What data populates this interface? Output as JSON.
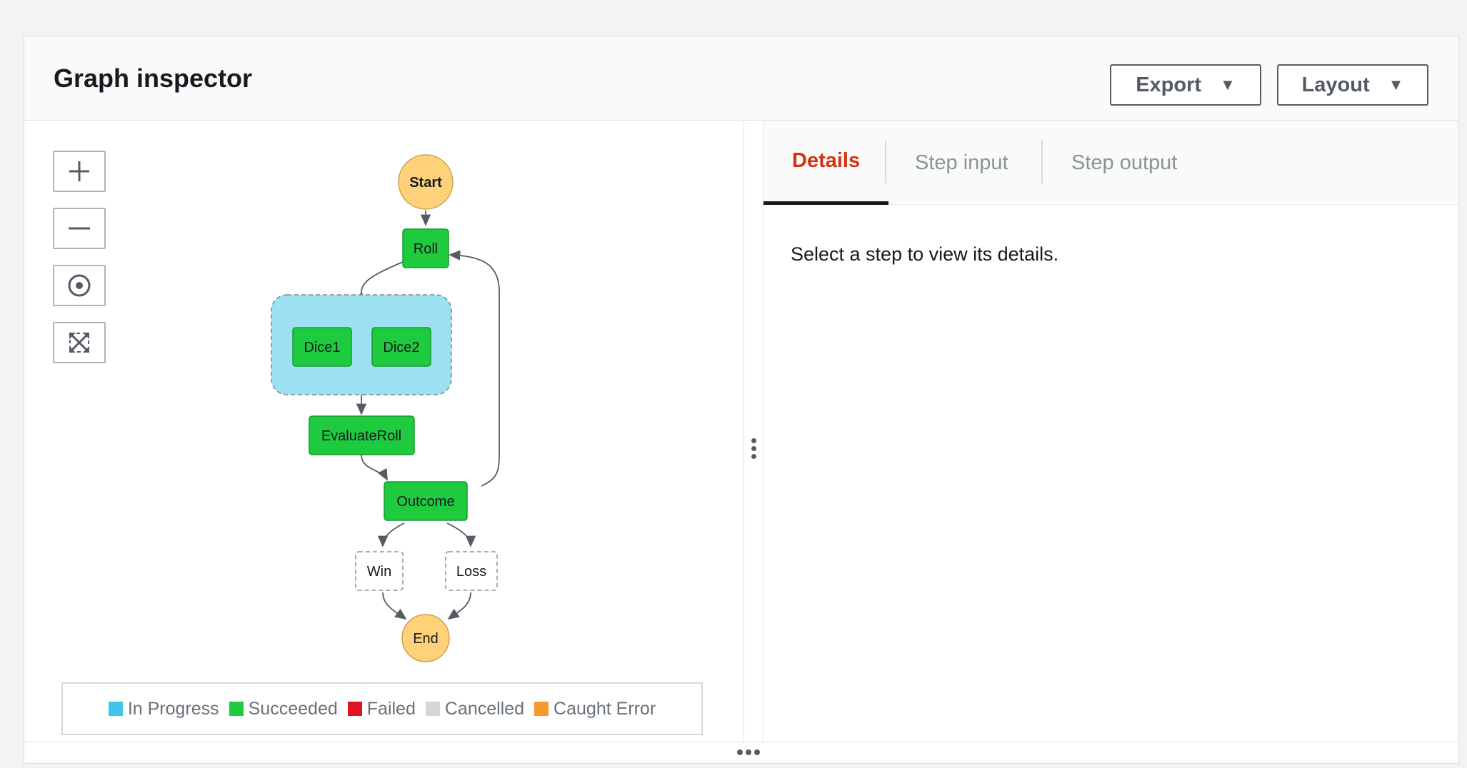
{
  "header": {
    "title": "Graph inspector",
    "export_label": "Export",
    "layout_label": "Layout"
  },
  "zoom_controls": {
    "zoom_in_icon": "plus-icon",
    "zoom_out_icon": "minus-icon",
    "center_icon": "target-icon",
    "fit_icon": "expand-icon"
  },
  "graph": {
    "nodes": {
      "start": "Start",
      "roll": "Roll",
      "dice1": "Dice1",
      "dice2": "Dice2",
      "evaluate_roll": "EvaluateRoll",
      "outcome": "Outcome",
      "win": "Win",
      "loss": "Loss",
      "end": "End"
    },
    "colors": {
      "start_end": "#ffd27a",
      "succeeded": "#1ecb3f",
      "parallel_group": "#9de0f2",
      "not_executed": "#ffffff"
    }
  },
  "legend": {
    "items": [
      {
        "label": "In Progress",
        "color": "#40c4e8"
      },
      {
        "label": "Succeeded",
        "color": "#1ecb3f"
      },
      {
        "label": "Failed",
        "color": "#e0131e"
      },
      {
        "label": "Cancelled",
        "color": "#d5d5d5"
      },
      {
        "label": "Caught Error",
        "color": "#f8992d"
      }
    ]
  },
  "tabs": {
    "details": "Details",
    "step_input": "Step input",
    "step_output": "Step output"
  },
  "details": {
    "message": "Select a step to view its details."
  }
}
